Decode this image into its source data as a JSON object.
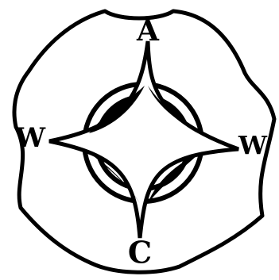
{
  "figure": {
    "labels": {
      "top": "A",
      "left": "W",
      "right": "W",
      "bottom": "C"
    },
    "ink_color": "#000000",
    "paper_color": "#ffffff"
  }
}
